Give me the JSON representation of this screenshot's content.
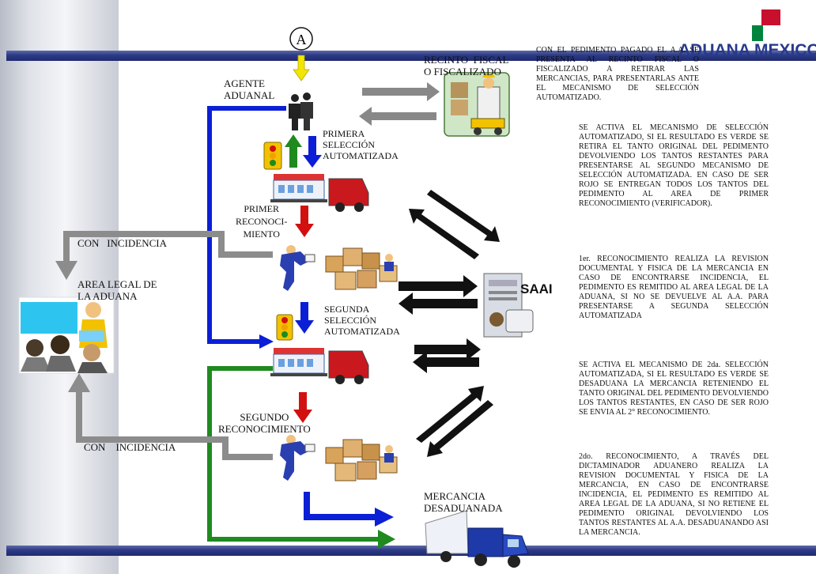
{
  "brand": {
    "name": "ADUANA MEXICO",
    "logo_colors": [
      "#c8102e",
      "#00843d"
    ]
  },
  "connector": {
    "label": "A"
  },
  "labels": {
    "agente": "AGENTE\nADUANAL",
    "recinto": "RECINTO  FISCAL\nO FISCALIZADO",
    "primera_seleccion": "PRIMERA\nSELECCIÓN\nAUTOMATIZADA",
    "primer_reconocimiento": "PRIMER\nRECONOCI-\nMIENTO",
    "con_incidencia_1": "CON   INCIDENCIA",
    "area_legal": "AREA LEGAL DE\nLA ADUANA",
    "segunda_seleccion": "SEGUNDA\nSELECCIÓN\nAUTOMATIZADA",
    "segundo_reconocimiento": "SEGUNDO\nRECONOCIMIENTO",
    "con_incidencia_2": "CON    INCIDENCIA",
    "mercancia": "MERCANCIA\nDESADUANADA",
    "saai": "SAAI"
  },
  "notes": {
    "n1": "CON EL PEDIMENTO PAGADO EL A.A. SE PRESENTA AL RECINTO FISCAL O FISCALIZADO A RETIRAR LAS MERCANCIAS, PARA PRESENTARLAS ANTE EL MECANISMO DE SELECCIÓN AUTOMATIZADO.",
    "n2": "SE ACTIVA EL MECANISMO DE SELECCIÓN AUTOMATIZADO, SI EL RESULTADO ES VERDE SE RETIRA EL TANTO ORIGINAL DEL PEDIMENTO DEVOLVIENDO LOS TANTOS RESTANTES PARA PRESENTARSE AL SEGUNDO MECANISMO DE SELECCIÓN AUTOMATIZADA. EN CASO DE SER ROJO SE ENTREGAN TODOS LOS TANTOS DEL PEDIMENTO AL AREA DE PRIMER RECONOCIMIENTO (VERIFICADOR).",
    "n3": "1er. RECONOCIMIENTO REALIZA LA REVISION DOCUMENTAL Y FISICA DE LA MERCANCIA EN CASO DE ENCONTRARSE INCIDENCIA, EL PEDIMENTO ES REMITIDO AL AREA LEGAL DE LA ADUANA, SI NO SE DEVUELVE AL A.A. PARA PRESENTARSE A SEGUNDA SELECCIÓN AUTOMATIZADA",
    "n4": "SE ACTIVA EL MECANISMO DE 2da. SELECCIÓN AUTOMATIZADA, SI EL RESULTADO ES VERDE SE DESADUANA LA MERCANCIA RETENIENDO EL TANTO ORIGINAL DEL PEDIMENTO DEVOLVIENDO LOS TANTOS RESTANTES, EN CASO DE SER ROJO SE ENVIA AL 2° RECONOCIMIENTO.",
    "n5": "2do. RECONOCIMIENTO, A TRAVÉS DEL DICTAMINADOR ADUANERO REALIZA LA REVISION DOCUMENTAL Y FISICA DE LA MERCANCIA, EN CASO DE ENCONTRARSE INCIDENCIA, EL PEDIMENTO ES REMITIDO AL AREA LEGAL DE LA ADUANA, SI NO RETIENE EL PEDIMENTO ORIGINAL DEVOLVIENDO LOS TANTOS RESTANTES AL A.A. DESADUANANDO ASI LA MERCANCIA."
  },
  "colors": {
    "blue_flow": "#0b1fd6",
    "green_flow": "#1f8a1f",
    "gray_flow": "#8c8c8c",
    "red_arrow": "#d21010",
    "yellow_arrow": "#f2e600",
    "band": "#283a8c"
  }
}
